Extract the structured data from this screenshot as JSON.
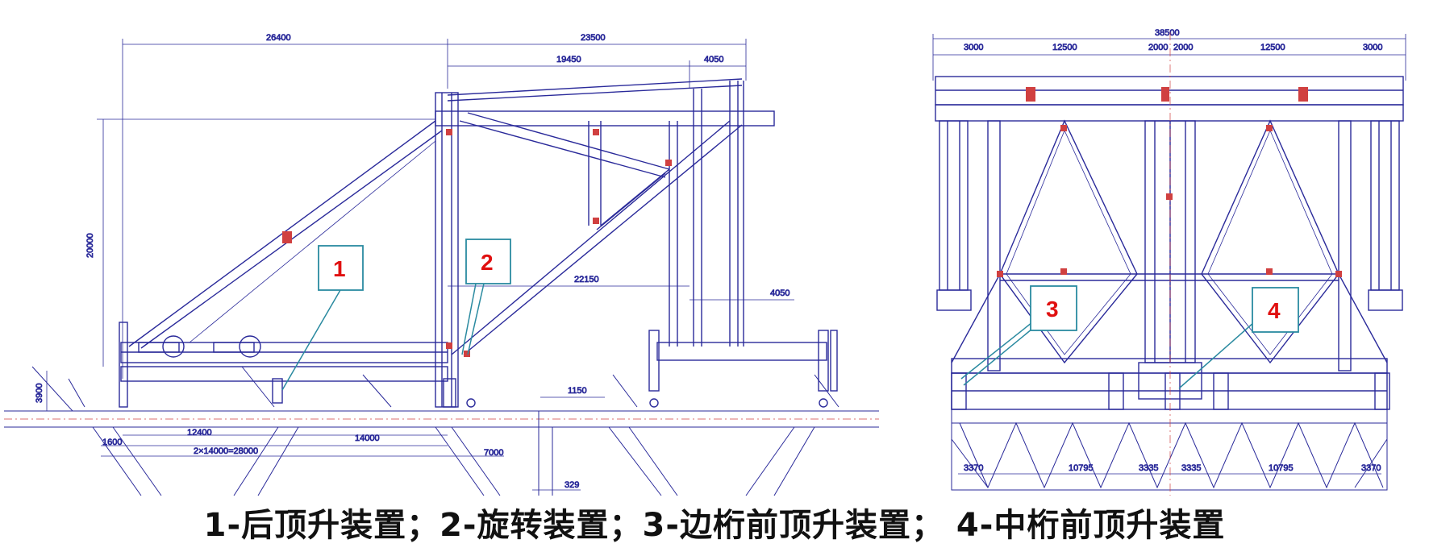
{
  "left_view": {
    "dims": {
      "top_left_span": "26400",
      "top_right_span": "23500",
      "upper_mid": "19450",
      "upper_right": "4050",
      "height": "20000",
      "mid_span": "22150",
      "mid_right": "4050",
      "base_height": "3900",
      "gap": "1150",
      "bottom_a": "12400",
      "bottom_b": "14000",
      "bottom_c": "1600",
      "bottom_d": "2×14000=28000",
      "bottom_e": "7000",
      "bottom_f": "329"
    }
  },
  "right_view": {
    "dims": {
      "total": "38500",
      "seg1": "3000",
      "seg2": "12500",
      "seg3": "2000",
      "seg4": "2000",
      "seg5": "12500",
      "seg6": "3000",
      "b1": "3370",
      "b2": "10795",
      "b3": "3335",
      "b4": "3335",
      "b5": "10795",
      "b6": "3370"
    }
  },
  "callouts": [
    {
      "label": "1"
    },
    {
      "label": "2"
    },
    {
      "label": "3"
    },
    {
      "label": "4"
    }
  ],
  "caption": "1-后顶升装置；2-旋转装置；3-边桁前顶升装置； 4-中桁前顶升装置",
  "colors": {
    "structure": "#2a2a9a",
    "centerline": "#d04040",
    "callout_box": "#2a8aa0",
    "callout_text": "#e01010"
  }
}
